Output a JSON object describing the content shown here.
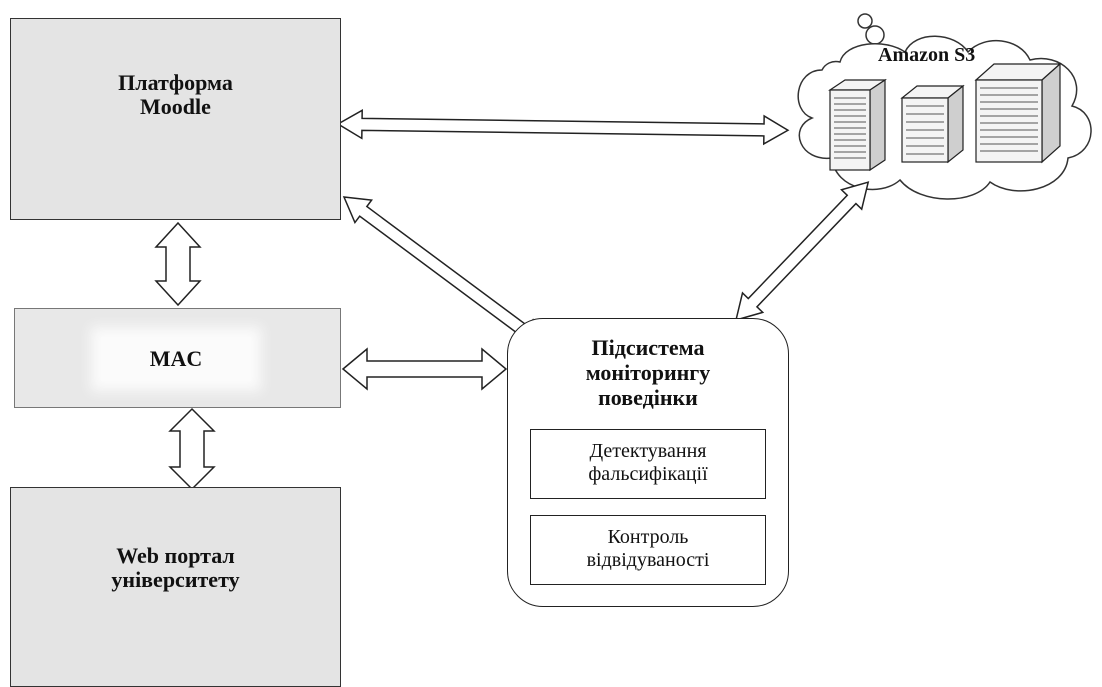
{
  "nodes": {
    "moodle": {
      "line1": "Платформа",
      "line2": "Moodle"
    },
    "mac": {
      "label": "MAC"
    },
    "portal": {
      "line1": "Web портал",
      "line2": "університету"
    },
    "cloud": {
      "label": "Amazon S3"
    },
    "subsystem": {
      "line1": "Підсистема",
      "line2": "моніторингу",
      "line3": "поведінки",
      "detection": {
        "line1": "Детектування",
        "line2": "фальсифікації"
      },
      "attendance": {
        "line1": "Контроль",
        "line2": "відвідуваності"
      }
    }
  },
  "edges": [
    {
      "from": "moodle",
      "to": "cloud",
      "type": "bidirectional"
    },
    {
      "from": "moodle",
      "to": "subsystem",
      "type": "bidirectional"
    },
    {
      "from": "subsystem",
      "to": "cloud",
      "type": "bidirectional"
    },
    {
      "from": "moodle",
      "to": "mac",
      "type": "bidirectional"
    },
    {
      "from": "mac",
      "to": "subsystem",
      "type": "bidirectional"
    },
    {
      "from": "mac",
      "to": "portal",
      "type": "bidirectional"
    }
  ],
  "colors": {
    "box_fill": "#e4e4e4",
    "stroke": "#222222",
    "background": "#ffffff"
  }
}
